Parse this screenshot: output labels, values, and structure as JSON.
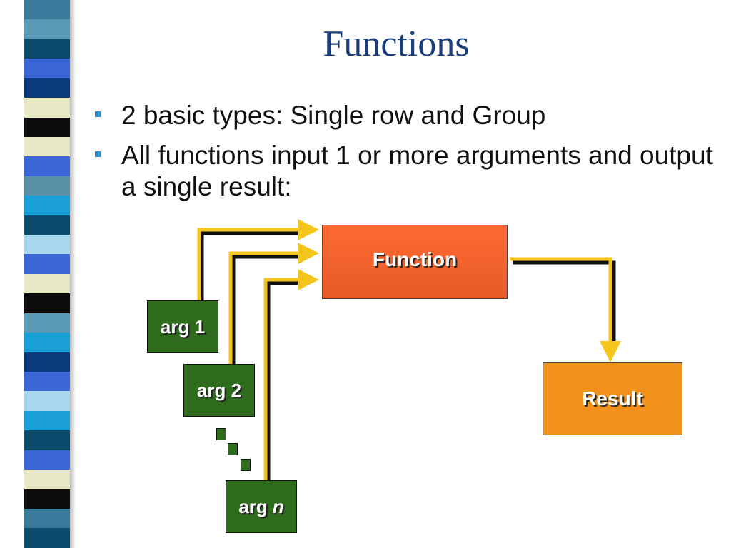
{
  "slide": {
    "title": "Functions",
    "bullets": [
      "2 basic types: Single row and Group",
      "All functions input 1 or more arguments and output a single result:"
    ]
  },
  "diagram": {
    "function_label": "Function",
    "result_label": "Result",
    "arg1_label": "arg 1",
    "arg2_label": "arg 2",
    "argn_prefix": "arg",
    "argn_suffix": "n"
  },
  "colors": {
    "title": "#1a3f7a",
    "bullet": "#2f90c9",
    "function_box": "#f0622e",
    "result_box": "#f2901c",
    "arg_box": "#2f6b1d",
    "arrow": "#f4c51a",
    "stripes": [
      "#3a7a9a",
      "#5a9ab5",
      "#0a4a6a",
      "#3a66d6",
      "#0a3a7a",
      "#e6e9c3",
      "#0c0c0c",
      "#e6e9c3",
      "#3a66d6",
      "#5a90a8",
      "#1aa0d6",
      "#0a4a6a",
      "#a8d8ee",
      "#3a66d6",
      "#e6e9c3",
      "#0c0c0c",
      "#5a9ab5",
      "#1aa0d6",
      "#0a3a7a",
      "#3a66d6",
      "#a8d8ee",
      "#1aa0d6",
      "#0a4a6a",
      "#3a66d6",
      "#e6e9c3",
      "#0c0c0c",
      "#3a7a9a",
      "#0a4a6a"
    ]
  }
}
